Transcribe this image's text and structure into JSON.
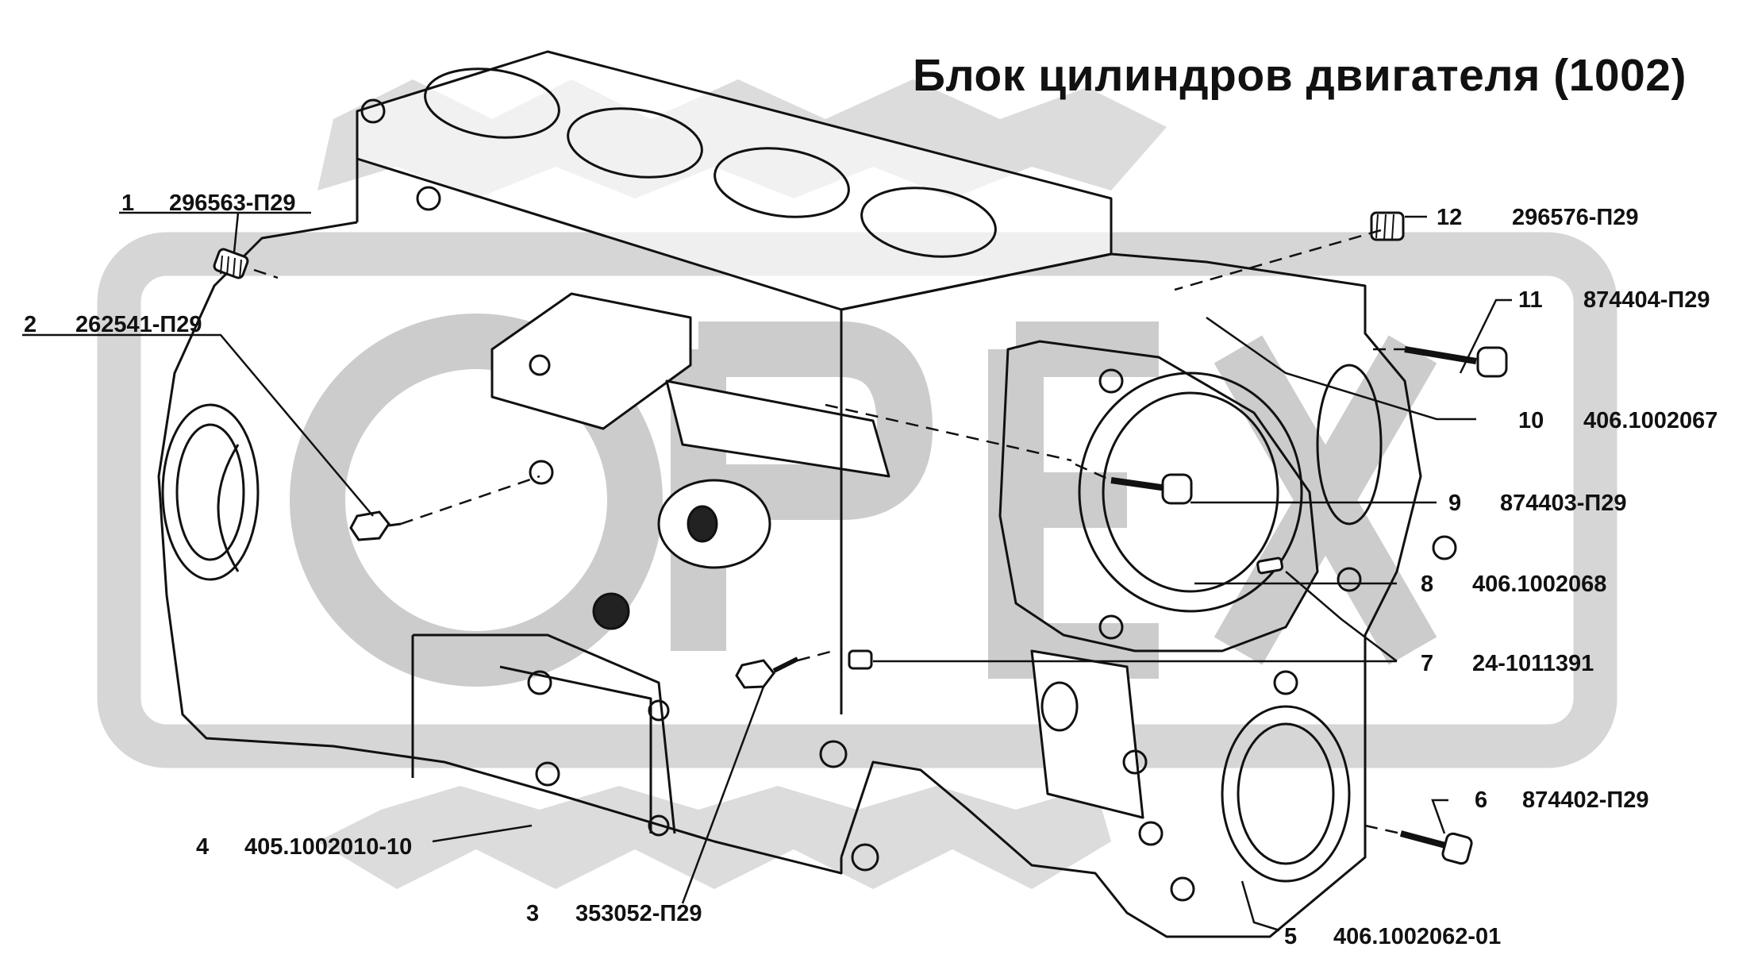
{
  "title": "Блок цилиндров двигателя (1002)",
  "watermark": {
    "text": "OPEX",
    "color": "#c8c8c8"
  },
  "colors": {
    "line": "#111111",
    "background": "#ffffff"
  },
  "parts": [
    {
      "num": "1",
      "code": "296563-П29"
    },
    {
      "num": "2",
      "code": "262541-П29"
    },
    {
      "num": "3",
      "code": "353052-П29"
    },
    {
      "num": "4",
      "code": "405.1002010-10"
    },
    {
      "num": "5",
      "code": "406.1002062-01"
    },
    {
      "num": "6",
      "code": "874402-П29"
    },
    {
      "num": "7",
      "code": "24-1011391"
    },
    {
      "num": "8",
      "code": "406.1002068"
    },
    {
      "num": "9",
      "code": "874403-П29"
    },
    {
      "num": "10",
      "code": "406.1002067"
    },
    {
      "num": "11",
      "code": "874404-П29"
    },
    {
      "num": "12",
      "code": "296576-П29"
    }
  ]
}
